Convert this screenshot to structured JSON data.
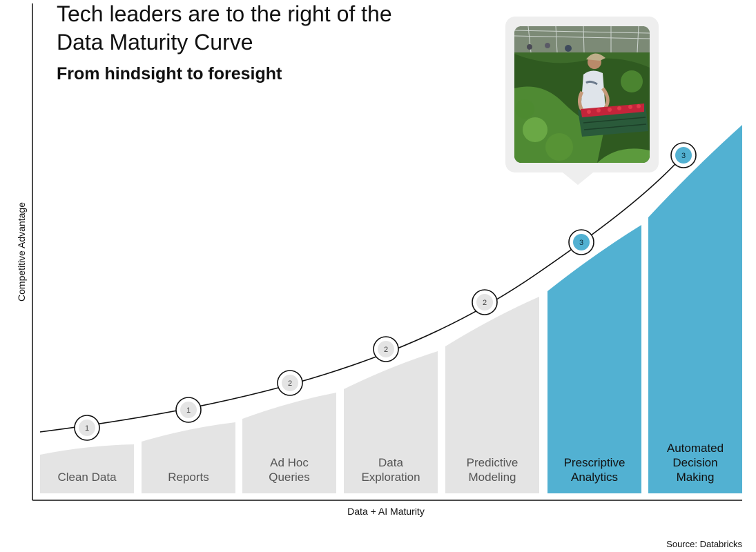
{
  "title": "Tech leaders are to the right of the Data Maturity Curve",
  "subtitle": "From hindsight to foresight",
  "y_axis_label": "Competitive Advantage",
  "x_axis_label": "Data + AI Maturity",
  "source": "Source: Databricks",
  "colors": {
    "stage_gray": "#e4e4e4",
    "stage_blue": "#52b1d2",
    "curve": "#111111",
    "text_gray": "#555555",
    "text_dark": "#111111"
  },
  "stages": [
    {
      "lines": [
        "Clean Data"
      ],
      "highlight": false,
      "marker": "1"
    },
    {
      "lines": [
        "Reports"
      ],
      "highlight": false,
      "marker": "1"
    },
    {
      "lines": [
        "Ad Hoc",
        "Queries"
      ],
      "highlight": false,
      "marker": "2"
    },
    {
      "lines": [
        "Data",
        "Exploration"
      ],
      "highlight": false,
      "marker": "2"
    },
    {
      "lines": [
        "Predictive",
        "Modeling"
      ],
      "highlight": false,
      "marker": "2"
    },
    {
      "lines": [
        "Prescriptive",
        "Analytics"
      ],
      "highlight": true,
      "marker": "3"
    },
    {
      "lines": [
        "Automated",
        "Decision",
        "Making"
      ],
      "highlight": true,
      "marker": "3"
    }
  ],
  "photo": {
    "icon": "farm-worker-harvesting-strawberries-photo"
  }
}
